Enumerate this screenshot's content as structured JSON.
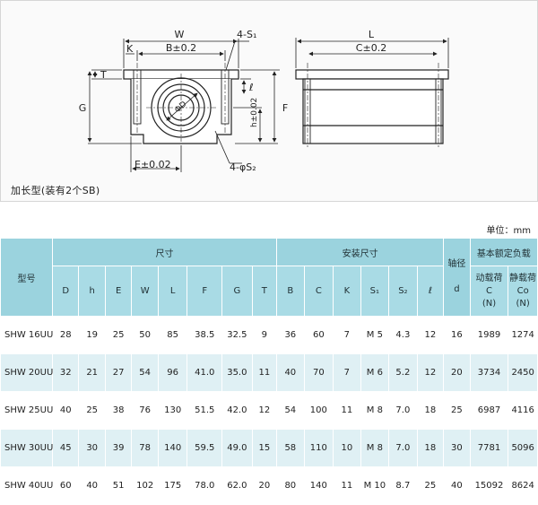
{
  "drawing": {
    "front_labels": {
      "W": "W",
      "S1": "4-S₁",
      "K": "K",
      "B": "B±0.2",
      "T": "T",
      "G": "G",
      "l": "ℓ",
      "h": "h±0.02",
      "F": "F",
      "D": "ΦD",
      "E": "E±0.02",
      "S2": "4-φS₂"
    },
    "side_labels": {
      "L": "L",
      "C": "C±0.2"
    },
    "caption": "加长型(装有2个SB)"
  },
  "unit": "单位：mm",
  "table": {
    "model_header": "型号",
    "dim_header": "尺寸",
    "install_header": "安装尺寸",
    "shaft_header": "轴径",
    "shaft_sub": "d",
    "load_header": "基本额定负载",
    "dim_cols": [
      "D",
      "h",
      "E",
      "W",
      "L",
      "F",
      "G",
      "T"
    ],
    "install_cols": [
      "B",
      "C",
      "K",
      "S₁",
      "S₂",
      "ℓ"
    ],
    "dynamic_load": [
      "动载荷",
      "C",
      "(N)"
    ],
    "static_load": [
      "静载荷",
      "Co",
      "(N)"
    ],
    "rows": [
      [
        "SHW 16UU",
        "28",
        "19",
        "25",
        "50",
        "85",
        "38.5",
        "32.5",
        "9",
        "36",
        "60",
        "7",
        "M 5",
        "4.3",
        "12",
        "16",
        "1989",
        "1274"
      ],
      [
        "SHW 20UU",
        "32",
        "21",
        "27",
        "54",
        "96",
        "41.0",
        "35.0",
        "11",
        "40",
        "70",
        "7",
        "M 6",
        "5.2",
        "12",
        "20",
        "3734",
        "2450"
      ],
      [
        "SHW 25UU",
        "40",
        "25",
        "38",
        "76",
        "130",
        "51.5",
        "42.0",
        "12",
        "54",
        "100",
        "11",
        "M 8",
        "7.0",
        "18",
        "25",
        "6987",
        "4116"
      ],
      [
        "SHW 30UU",
        "45",
        "30",
        "39",
        "78",
        "140",
        "59.5",
        "49.0",
        "15",
        "58",
        "110",
        "10",
        "M 8",
        "7.0",
        "18",
        "30",
        "7781",
        "5096"
      ],
      [
        "SHW 40UU",
        "60",
        "40",
        "51",
        "102",
        "175",
        "78.0",
        "62.0",
        "20",
        "80",
        "140",
        "11",
        "M 10",
        "8.7",
        "25",
        "40",
        "15092",
        "8624"
      ]
    ]
  }
}
